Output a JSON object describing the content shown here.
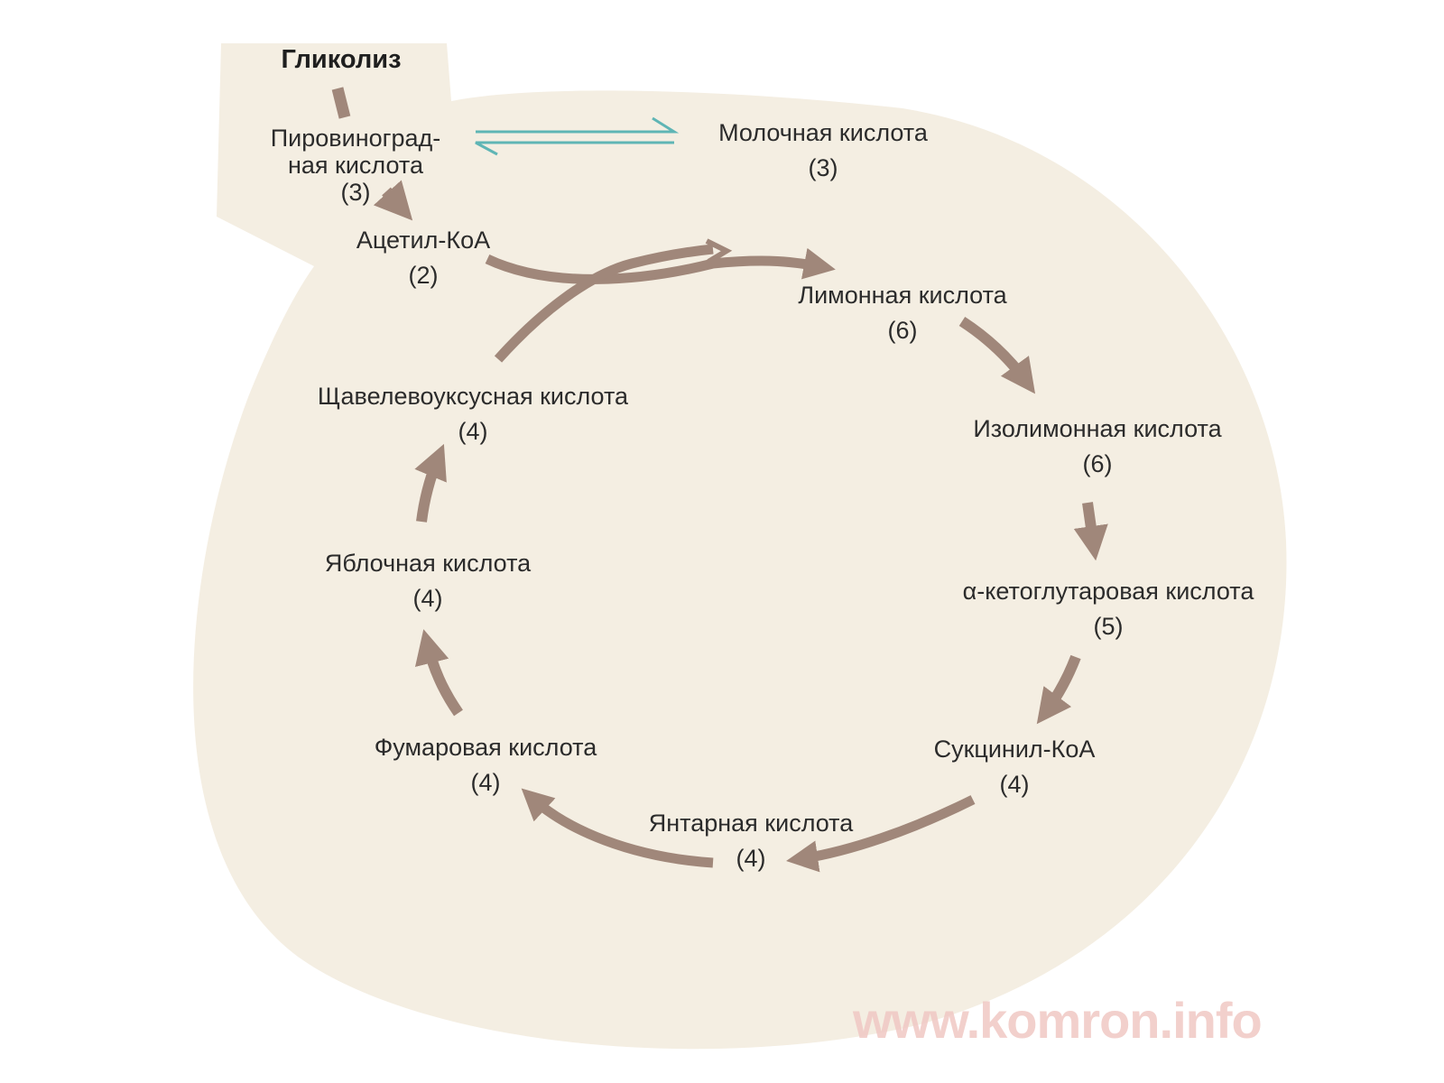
{
  "colors": {
    "cell_fill": "#f4eee2",
    "cycle_arrow": "#a0877a",
    "equilibrium_arrow": "#5fb5b5",
    "text": "#2b2b2b",
    "watermark": "#f0c8c4"
  },
  "labels": {
    "glycolysis": "Гликолиз",
    "pyruvate_line1": "Пировиноград-",
    "pyruvate_line2": "ная кислота",
    "pyruvate_count": "(3)",
    "lactic": "Молочная кислота",
    "lactic_count": "(3)",
    "acetyl_coa": "Ацетил-КоА",
    "acetyl_coa_count": "(2)",
    "citric": "Лимонная кислота",
    "citric_count": "(6)",
    "isocitric": "Изолимонная кислота",
    "isocitric_count": "(6)",
    "alpha_ketoglutaric": "α-кетоглутаровая кислота",
    "alpha_ketoglutaric_count": "(5)",
    "succinyl_coa": "Сукцинил-КоА",
    "succinyl_coa_count": "(4)",
    "succinic": "Янтарная кислота",
    "succinic_count": "(4)",
    "fumaric": "Фумаровая кислота",
    "fumaric_count": "(4)",
    "malic": "Яблочная кислота",
    "malic_count": "(4)",
    "oxaloacetic": "Щавелевоуксусная кислота",
    "oxaloacetic_count": "(4)"
  },
  "watermark": "www.komron.info"
}
